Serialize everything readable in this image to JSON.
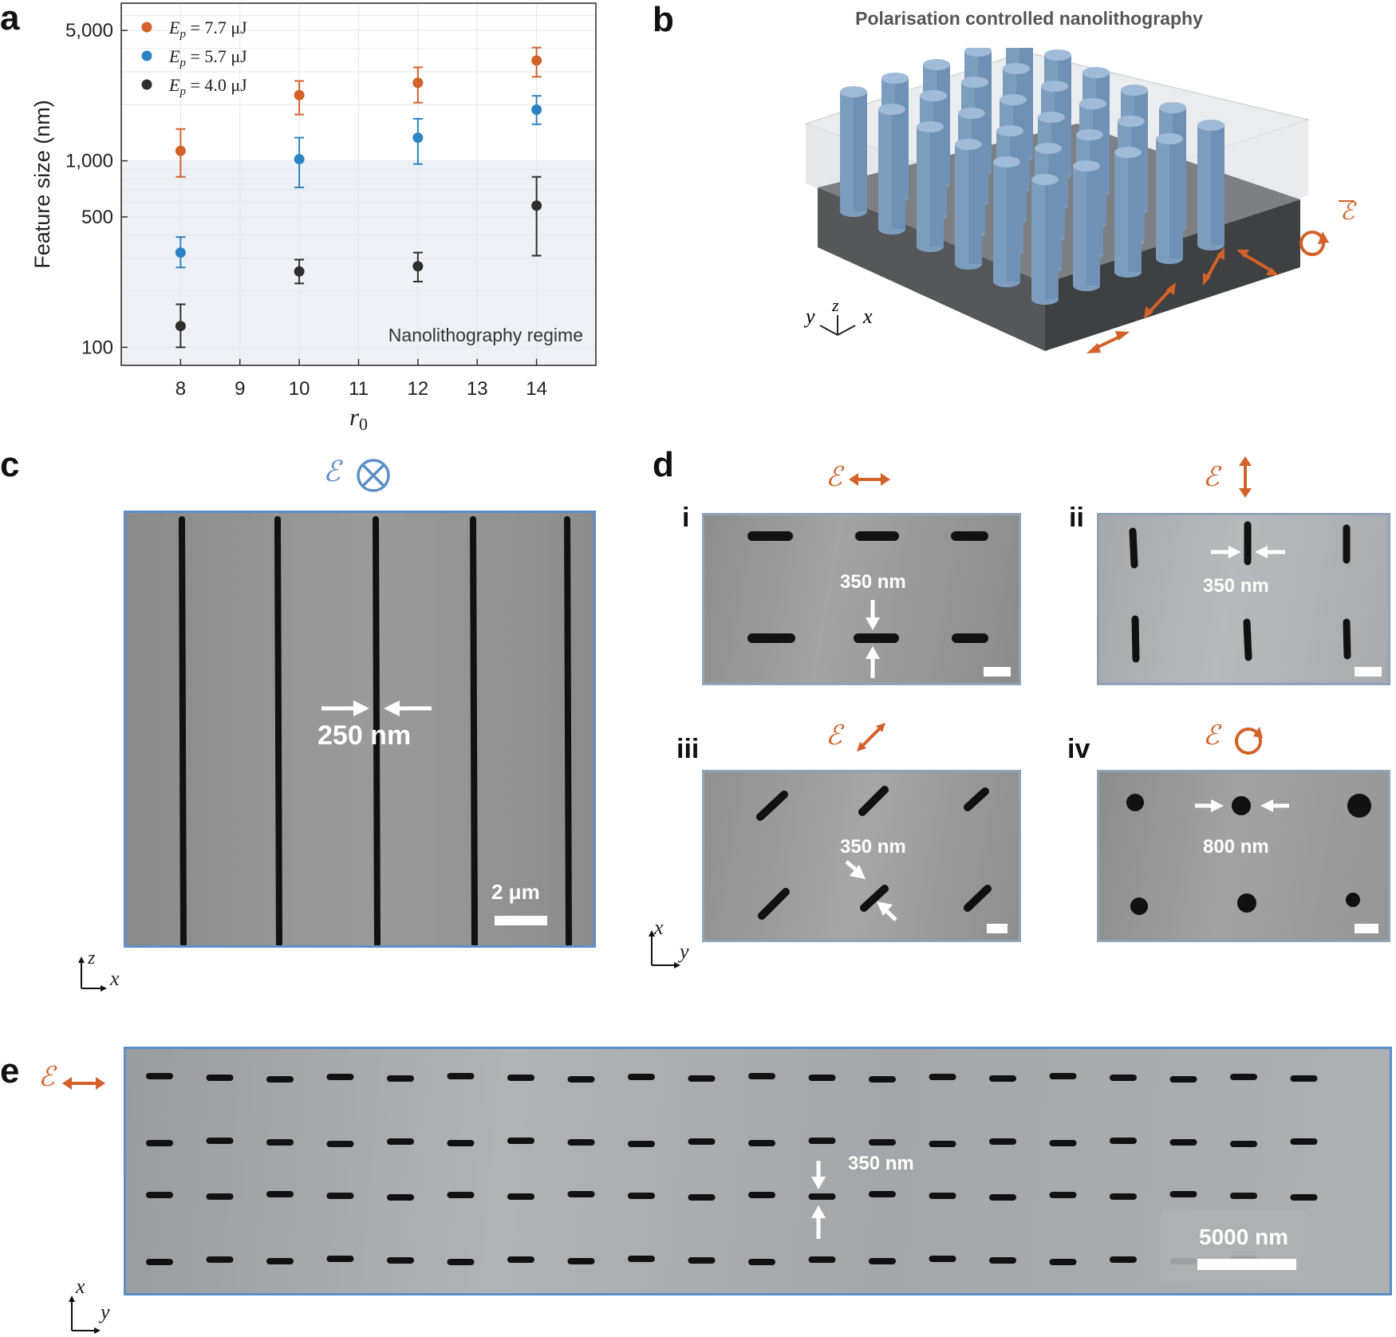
{
  "panels": {
    "a": "a",
    "b": "b",
    "c": "c",
    "d": "d",
    "e": "e"
  },
  "chart_data": {
    "type": "scatter",
    "x": [
      8,
      10,
      12,
      14
    ],
    "xlabel": "r0",
    "ylabel": "Feature size (nm)",
    "y_scale": "log",
    "ylim": [
      80,
      7000
    ],
    "xlim": [
      7,
      15
    ],
    "xticks": [
      8,
      9,
      10,
      11,
      12,
      13,
      14
    ],
    "yticks": [
      100,
      500,
      1000,
      5000
    ],
    "ytick_labels": [
      "100",
      "500",
      "1,000",
      "5,000"
    ],
    "grid": true,
    "legend_position": "top-left",
    "series": [
      {
        "name": "Ep = 7.7 μJ",
        "color": "#d2622a",
        "values": [
          1130,
          2250,
          2620,
          3450
        ],
        "err_lo": [
          820,
          1770,
          2050,
          2820
        ],
        "err_hi": [
          1480,
          2680,
          3170,
          4050
        ]
      },
      {
        "name": "Ep = 5.7 μJ",
        "color": "#2d84c4",
        "values": [
          322,
          1020,
          1330,
          1880
        ],
        "err_lo": [
          268,
          720,
          960,
          1570
        ],
        "err_hi": [
          390,
          1330,
          1680,
          2230
        ]
      },
      {
        "name": "Ep = 4.0 μJ",
        "color": "#2e2e2e",
        "values": [
          130,
          255,
          272,
          575
        ],
        "err_lo": [
          100,
          220,
          225,
          310
        ],
        "err_hi": [
          170,
          295,
          322,
          820
        ]
      }
    ],
    "legend": [
      {
        "pre": "E",
        "sub": "p",
        "post": " = 7.7 μJ"
      },
      {
        "pre": "E",
        "sub": "p",
        "post": " = 5.7 μJ"
      },
      {
        "pre": "E",
        "sub": "p",
        "post": " = 4.0 μJ"
      }
    ],
    "regime": {
      "label": "Nanolithography regime",
      "y_max": 1000
    }
  },
  "b": {
    "title": "Polarisation controlled nanolithography",
    "axes": {
      "z": "z",
      "y": "y",
      "x": "x"
    }
  },
  "c": {
    "field_symbol": "ℰ",
    "width_label": "250 nm",
    "scale_label": "2 μm",
    "axes": {
      "v": "z",
      "h": "x"
    }
  },
  "d": {
    "field_symbol": "ℰ",
    "subpanels": [
      {
        "id": "i",
        "measure": "350 nm"
      },
      {
        "id": "ii",
        "measure": "350 nm"
      },
      {
        "id": "iii",
        "measure": "350 nm"
      },
      {
        "id": "iv",
        "measure": "800 nm"
      }
    ],
    "axes": {
      "v": "x",
      "h": "y"
    }
  },
  "e": {
    "field_symbol": "ℰ",
    "measure": "350 nm",
    "scale_label": "5000 nm",
    "axes": {
      "v": "x",
      "h": "y"
    }
  }
}
